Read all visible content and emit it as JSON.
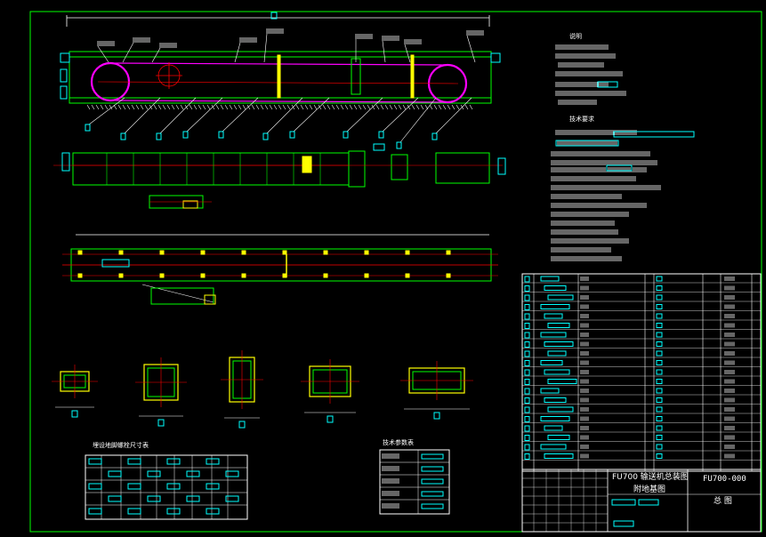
{
  "drawing": {
    "background": "#000000",
    "colors": {
      "frame": "#00ff00",
      "line": "#00ff00",
      "dim": "#ffffff",
      "tag": "#00ffff",
      "center": "#ff0000",
      "chain": "#ff00ff",
      "accent": "#ffff00"
    }
  },
  "title_block": {
    "name": "FU700 输送机总装图",
    "subname": "附地基图",
    "code": "FU700-000",
    "scale_label": "总 图"
  },
  "notes": {
    "section1_title": "说明",
    "section2_title": "技术要求"
  },
  "tables": {
    "foundation_title": "埋设地脚螺栓尺寸表",
    "params_title": "技术参数表"
  }
}
